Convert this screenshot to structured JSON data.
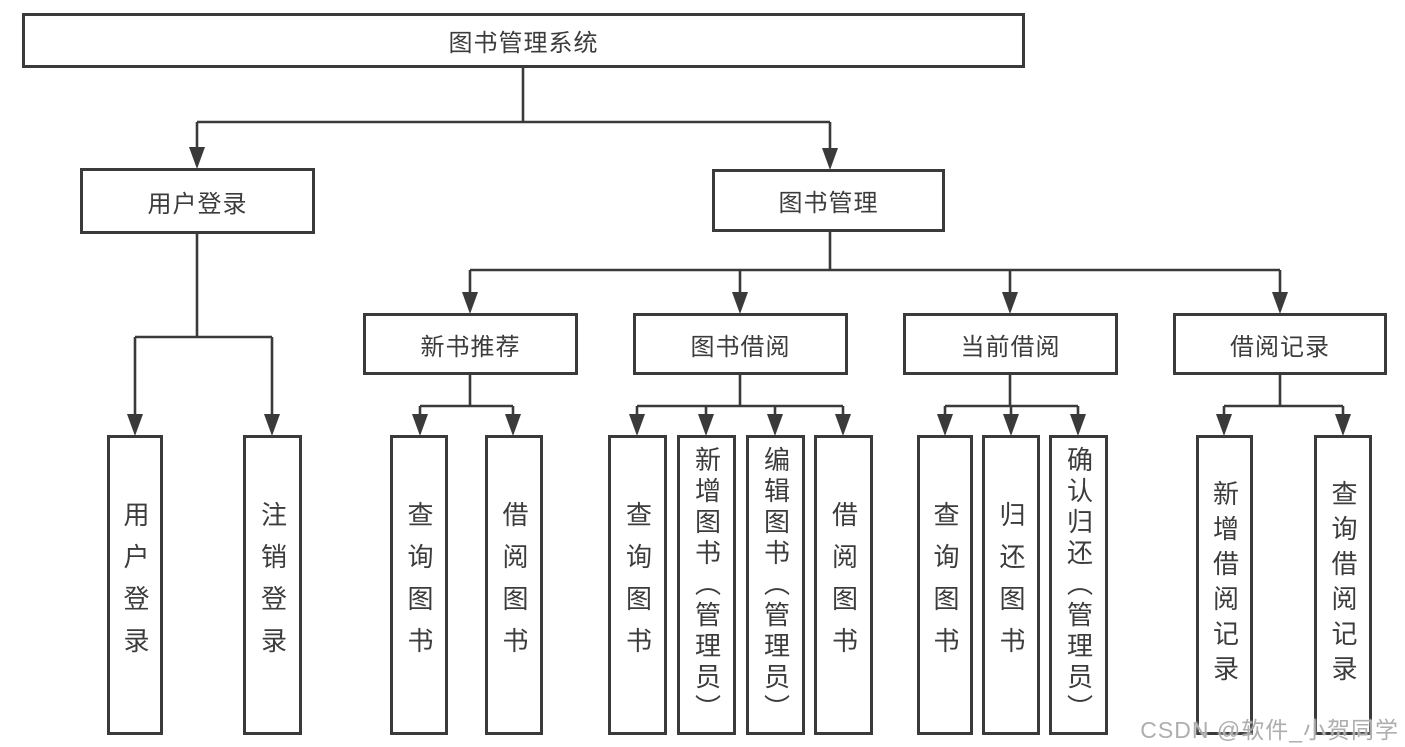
{
  "diagram": {
    "root": {
      "label": "图书管理系统"
    },
    "level2": [
      {
        "label": "用户登录"
      },
      {
        "label": "图书管理"
      }
    ],
    "level3": [
      {
        "parent": "图书管理",
        "label": "新书推荐"
      },
      {
        "parent": "图书管理",
        "label": "图书借阅"
      },
      {
        "parent": "图书管理",
        "label": "当前借阅"
      },
      {
        "parent": "图书管理",
        "label": "借阅记录"
      }
    ],
    "leaves": [
      {
        "parent": "用户登录",
        "label": "用户登录"
      },
      {
        "parent": "用户登录",
        "label": "注销登录"
      },
      {
        "parent": "新书推荐",
        "label": "查询图书"
      },
      {
        "parent": "新书推荐",
        "label": "借阅图书"
      },
      {
        "parent": "图书借阅",
        "label": "查询图书"
      },
      {
        "parent": "图书借阅",
        "label": "新增图书（管理员）"
      },
      {
        "parent": "图书借阅",
        "label": "编辑图书（管理员）"
      },
      {
        "parent": "图书借阅",
        "label": "借阅图书"
      },
      {
        "parent": "当前借阅",
        "label": "查询图书"
      },
      {
        "parent": "当前借阅",
        "label": "归还图书"
      },
      {
        "parent": "当前借阅",
        "label": "确认归还（管理员）"
      },
      {
        "parent": "借阅记录",
        "label": "新增借阅记录"
      },
      {
        "parent": "借阅记录",
        "label": "查询借阅记录"
      }
    ]
  },
  "watermark": "CSDN @软件_小贺同学",
  "colors": {
    "line": "#3a3a3a",
    "text": "#3c3c3c",
    "watermark": "#aeaeae",
    "background": "#ffffff"
  }
}
